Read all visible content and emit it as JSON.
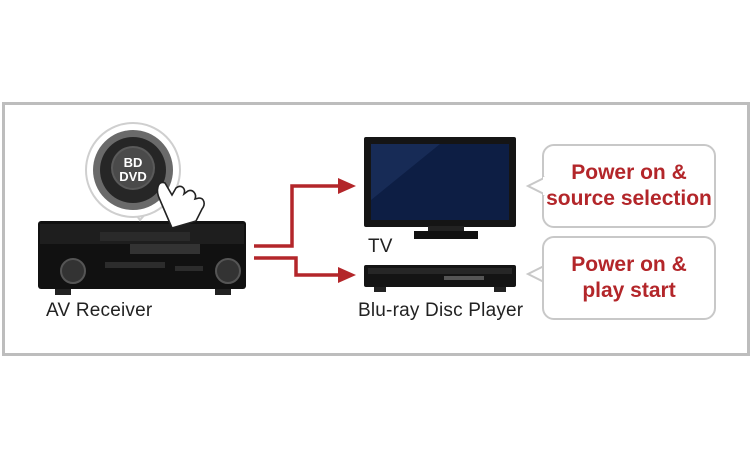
{
  "devices": {
    "receiver_label": "AV Receiver",
    "tv_label": "TV",
    "player_label": "Blu-ray Disc Player"
  },
  "button": {
    "line1": "BD",
    "line2": "DVD"
  },
  "bubbles": {
    "tv": {
      "line1": "Power on &",
      "line2": "source selection"
    },
    "player": {
      "line1": "Power on &",
      "line2": "play start"
    }
  },
  "colors": {
    "accent": "#b3262a",
    "frame": "#bdbdbd",
    "bubble_border": "#c8c8c8"
  }
}
